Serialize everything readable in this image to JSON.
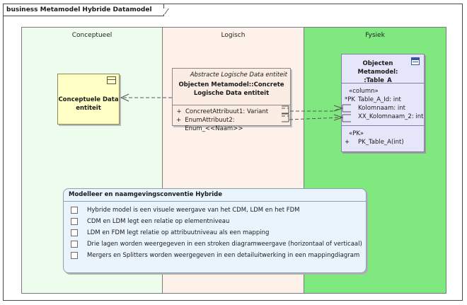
{
  "diagram": {
    "title": "business Metamodel Hybride Datamodel"
  },
  "lanes": [
    {
      "label": "Conceptueel",
      "color": "#eefcee"
    },
    {
      "label": "Logisch",
      "color": "#fdf1ea"
    },
    {
      "label": "Fysiek",
      "color": "#7fe87f"
    }
  ],
  "conceptual_entity": {
    "name_line1": "Conceptuele Data",
    "name_line2": "entiteit",
    "icon": "class-icon"
  },
  "logical_entity": {
    "stereotype": "Abstracte Logische Data entiteit",
    "name_line1": "Objecten Metamodel::Concrete",
    "name_line2": "Logische Data entiteit",
    "attributes": [
      {
        "visibility": "+",
        "text": "ConcreetAttribuut1: Variant"
      },
      {
        "visibility": "+",
        "text": "EnumAttribuut2: Enum_<<Naam>>"
      }
    ]
  },
  "table": {
    "name_line1": "Objecten Metamodel:",
    "name_line2": ":Table_A",
    "icon": "table-icon",
    "columns_stereotype": "«column»",
    "columns": [
      {
        "key": "*PK",
        "text": "Table_A_Id: int"
      },
      {
        "key": "",
        "text": "Kolomnaam: int"
      },
      {
        "key": "",
        "text": "XX_Kolomnaam_2: int"
      }
    ],
    "ops_stereotype": "«PK»",
    "operations": [
      {
        "visibility": "+",
        "text": "PK_Table_A(int)"
      }
    ]
  },
  "note": {
    "title": "Modelleer en naamgevingsconventie Hybride",
    "items": [
      "Hybride model is een visuele weergave van het CDM, LDM en het FDM",
      "CDM en LDM legt een relatie op elementniveau",
      "LDM en FDM legt relatie op attribuutniveau als een mapping",
      "Drie lagen worden weergegeven in een stroken diagramweergave (horizontaal of verticaal)",
      "Mergers en Splitters worden weergegeven in een detailuitwerking in een mappingdiagram"
    ]
  }
}
